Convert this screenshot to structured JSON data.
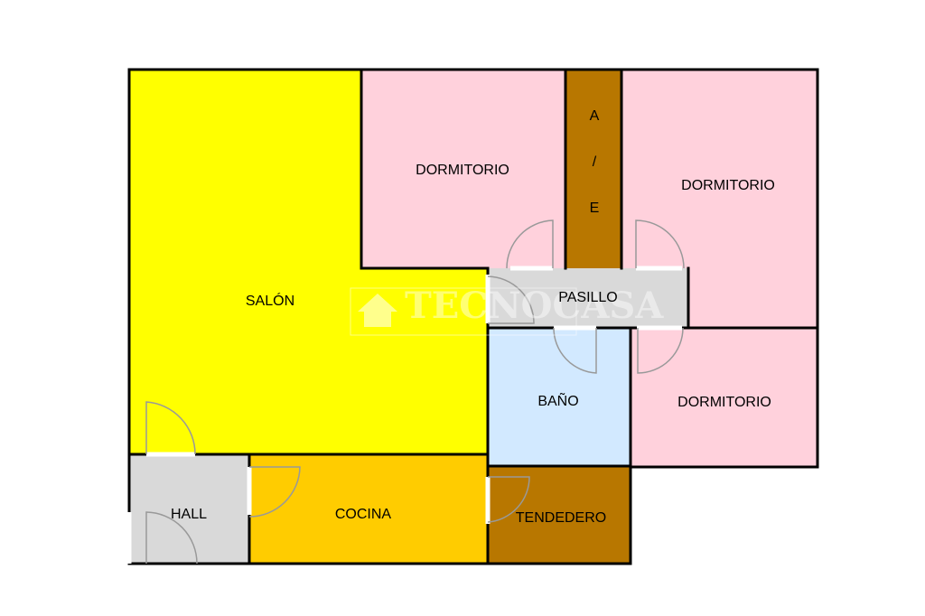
{
  "rooms": {
    "salon": {
      "label": "SALÓN",
      "color": "#ffff00"
    },
    "dormitorio_1": {
      "label": "DORMITORIO",
      "color": "#ffd1dc"
    },
    "ae": {
      "label_a": "A",
      "label_slash": "/",
      "label_e": "E",
      "color": "#b87700"
    },
    "dormitorio_2": {
      "label": "DORMITORIO",
      "color": "#ffd1dc"
    },
    "pasillo": {
      "label": "PASILLO",
      "color": "#d9d9d9"
    },
    "bano": {
      "label": "BAÑO",
      "color": "#d2e9ff"
    },
    "dormitorio_3": {
      "label": "DORMITORIO",
      "color": "#ffd1dc"
    },
    "hall": {
      "label": "HALL",
      "color": "#d9d9d9"
    },
    "cocina": {
      "label": "COCINA",
      "color": "#ffcc00"
    },
    "tendedero": {
      "label": "TENDEDERO",
      "color": "#b87700"
    }
  },
  "colors": {
    "wall": "#000000",
    "door_arc": "#999999"
  },
  "watermark": {
    "name": "TECNOCASA",
    "icon": "house-icon"
  }
}
